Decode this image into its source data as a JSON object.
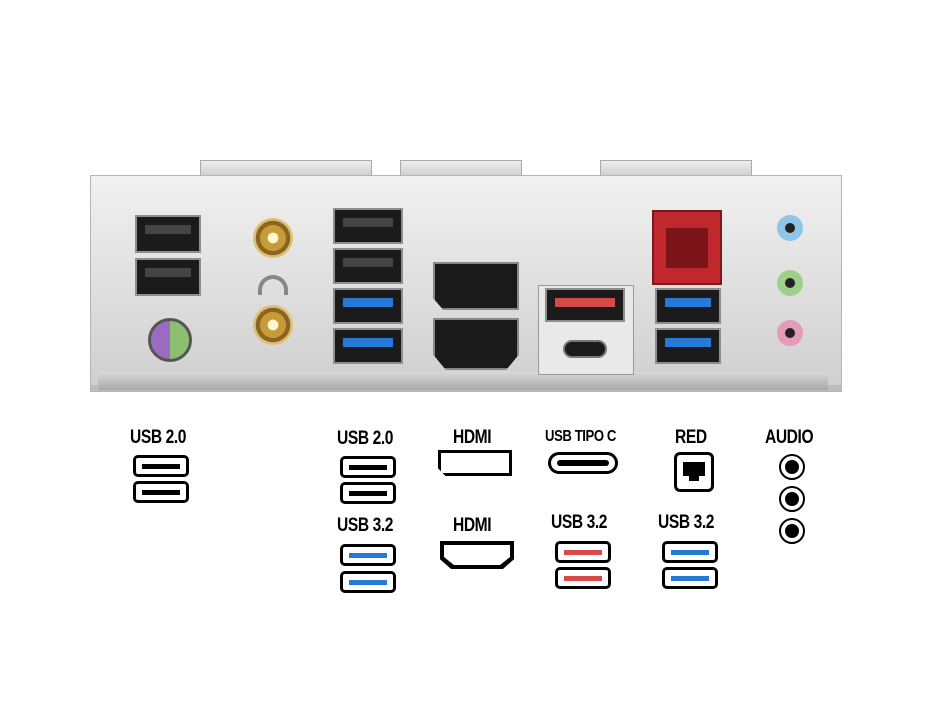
{
  "title": "Rear I/O panel connectors",
  "colors": {
    "usb2": "#000000",
    "usb32_blue": "#2878d8",
    "usb32_red": "#d74a4a",
    "lan": "#c0282e",
    "audio_blue": "#8ec5e8",
    "audio_green": "#9fd08a",
    "audio_pink": "#e49ab8",
    "ps2": "#9a6bc0"
  },
  "legend": {
    "usb20_left": "USB 2.0",
    "usb20_mid": "USB 2.0",
    "hdmi_top": "HDMI",
    "usb_type_c": "USB TIPO C",
    "lan": "RED",
    "audio": "AUDIO",
    "usb32_blue_left": "USB 3.2",
    "hdmi_bottom": "HDMI",
    "usb32_red": "USB 3.2",
    "usb32_blue_right": "USB 3.2"
  }
}
